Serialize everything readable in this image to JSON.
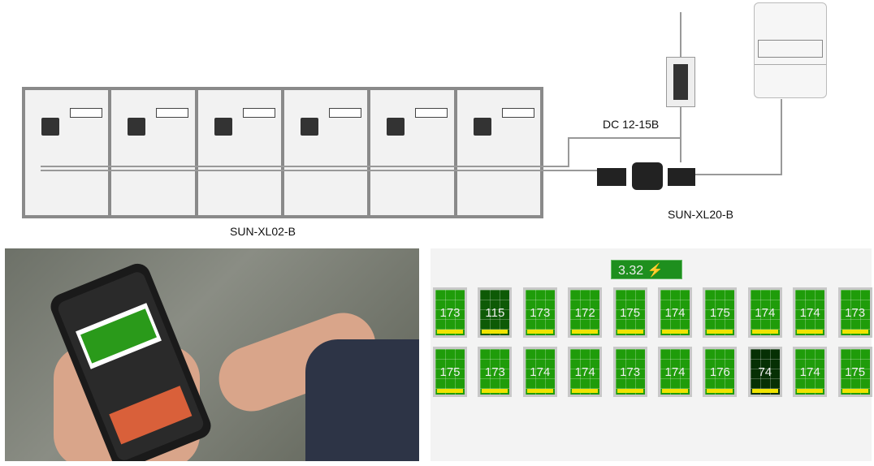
{
  "diagram": {
    "optimizer_label": "SUN-XL02-B",
    "voltage_label": "DC 12-15B",
    "combiner_label": "SUN-XL20-B",
    "panel_count": 6
  },
  "monitor": {
    "total": "3.32",
    "unit_icon": "power-icon",
    "row1": [
      "173",
      "115",
      "173",
      "172",
      "175",
      "174",
      "175",
      "174",
      "174",
      "173"
    ],
    "row2": [
      "175",
      "173",
      "174",
      "174",
      "173",
      "174",
      "176",
      "74",
      "174",
      "175"
    ],
    "colors": {
      "normal": "#1f9c0a",
      "shaded1": "#0e5a06",
      "shaded2": "#063004",
      "bar": "#f0e400"
    }
  }
}
